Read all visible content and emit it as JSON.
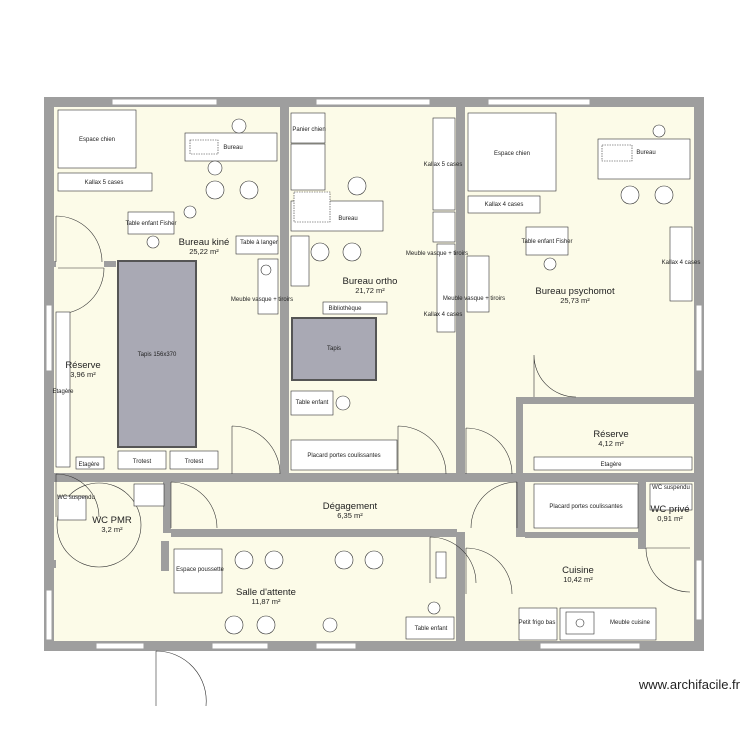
{
  "plan": {
    "colors": {
      "floor": "#fcfbe8",
      "wall": "#9e9e9e",
      "rug": "#a9a9b4",
      "furniture": "#ffffff",
      "line": "#333333"
    },
    "watermark": "www.archifacile.fr",
    "rooms": {
      "kine": {
        "name": "Bureau kiné",
        "area": "25,22 m²"
      },
      "ortho": {
        "name": "Bureau ortho",
        "area": "21,72 m²"
      },
      "psychomot": {
        "name": "Bureau psychomot",
        "area": "25,73 m²"
      },
      "reserve_left": {
        "name": "Réserve",
        "area": "3,96 m²"
      },
      "reserve_right": {
        "name": "Réserve",
        "area": "4,12 m²"
      },
      "wc_pmr": {
        "name": "WC PMR",
        "area": "3,2 m²"
      },
      "degagement": {
        "name": "Dégagement",
        "area": "6,35 m²"
      },
      "wc_prive": {
        "name": "WC privé",
        "area": "0,91 m²"
      },
      "salle_attente": {
        "name": "Salle d'attente",
        "area": "11,87 m²"
      },
      "cuisine": {
        "name": "Cuisine",
        "area": "10,42 m²"
      }
    },
    "furniture": {
      "espace_chien_1": "Espace chien",
      "kallax5_1": "Kallax 5 cases",
      "bureau_1": "Bureau",
      "table_enfant_fisher_1": "Table enfant Fisher",
      "tapis_156": "Tapis 156x370",
      "etagere_1": "Etagère",
      "etagere_2": "Etagère",
      "trotest_1": "Trotest",
      "trotest_2": "Trotest",
      "wc_suspendu_1": "WC suspendu",
      "panier_chien": "Panier chien",
      "bureau_2": "Bureau",
      "table_langer": "Table à langer",
      "meuble_vasque_1": "Meuble vasque + tiroirs",
      "bibliotheque": "Bibliothèque",
      "tapis_2": "Tapis",
      "table_enfant_1": "Table enfant",
      "placard_1": "Placard portes coulissantes",
      "kallax5_2": "Kallax 5 cases",
      "meuble_vasque_2": "Meuble vasque + tiroirs",
      "kallax4_1": "Kallax 4 cases",
      "espace_chien_2": "Espace chien",
      "bureau_3": "Bureau",
      "kallax4_2": "Kallax 4 cases",
      "table_enfant_fisher_2": "Table enfant Fisher",
      "kallax4_3": "Kallax 4 cases",
      "meuble_vasque_3": "Meuble vasque + tiroirs",
      "etagere_3": "Etagère",
      "placard_2": "Placard portes coulissantes",
      "wc_suspendu_2": "WC suspendu",
      "espace_poussette": "Espace poussette",
      "table_enfant_2": "Table enfant",
      "petit_frigo": "Petit frigo bas",
      "meuble_cuisine": "Meuble cuisine"
    }
  }
}
